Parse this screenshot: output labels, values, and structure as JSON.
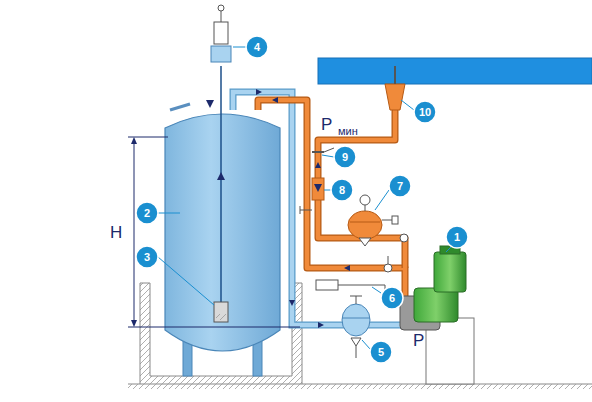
{
  "diagram": {
    "labels": [
      "1",
      "2",
      "3",
      "4",
      "5",
      "6",
      "7",
      "8",
      "9",
      "10",
      "H",
      "Р",
      "мин",
      "Р"
    ]
  }
}
